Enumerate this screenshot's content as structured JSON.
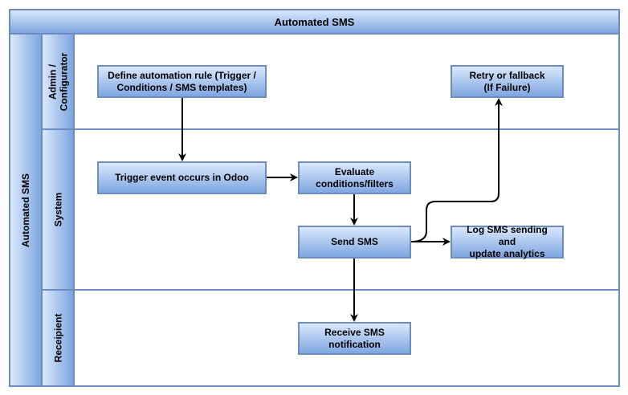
{
  "pool": {
    "title": "Automated SMS",
    "side_label": "Automated SMS"
  },
  "lanes": [
    {
      "label": "Admin /\nConfigurator"
    },
    {
      "label": "System"
    },
    {
      "label": "Receipient"
    }
  ],
  "nodes": {
    "define_rule": "Define automation rule (Trigger /\nConditions / SMS templates)",
    "retry": "Retry or fallback\n(If Failure)",
    "trigger": "Trigger event occurs in Odoo",
    "evaluate": "Evaluate\nconditions/filters",
    "send": "Send SMS",
    "log": "Log SMS sending and\nupdate analytics",
    "receive": "Receive SMS\nnotification"
  },
  "colors": {
    "stroke": "#6c8ebf",
    "fill_light": "#dae8fc",
    "fill_dark": "#7ea6e0",
    "arrow": "#000000"
  }
}
